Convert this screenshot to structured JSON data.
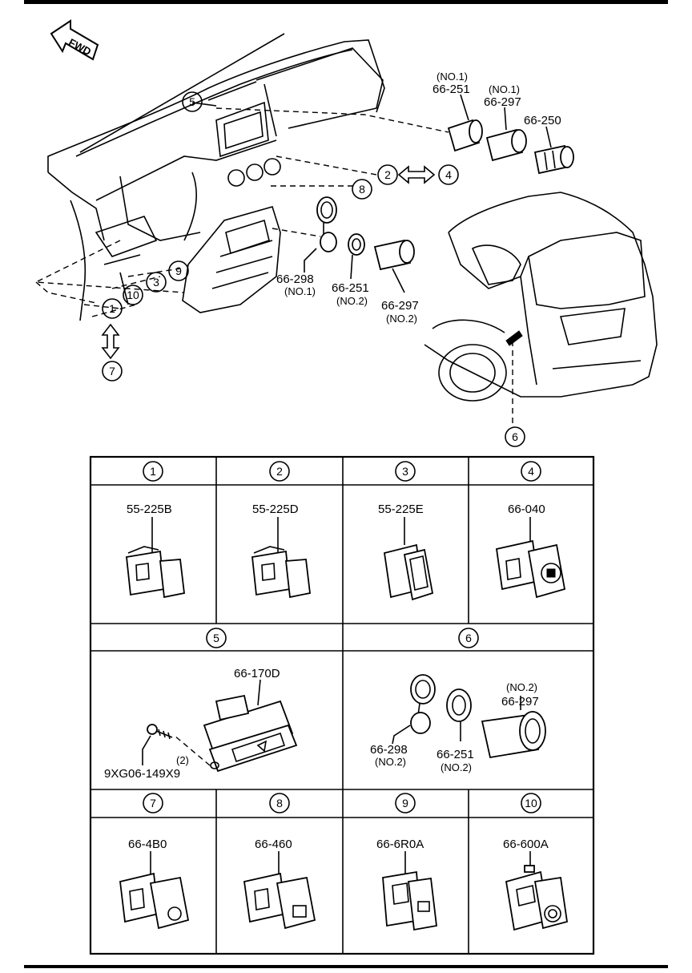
{
  "fwd_label": "FWD",
  "callouts": {
    "c1": "1",
    "c2": "2",
    "c3": "3",
    "c4": "4",
    "c5": "5",
    "c6": "6",
    "c7": "7",
    "c8": "8",
    "c9": "9",
    "c10": "10"
  },
  "overview_parts": {
    "p66_251_no1_tag": "(NO.1)",
    "p66_251_no1": "66-251",
    "p66_297_no1_tag": "(NO.1)",
    "p66_297_no1": "66-297",
    "p66_250": "66-250",
    "p66_298_no1": "66-298",
    "p66_298_no1_tag": "(NO.1)",
    "p66_251_no2": "66-251",
    "p66_251_no2_tag": "(NO.2)",
    "p66_297_no2": "66-297",
    "p66_297_no2_tag": "(NO.2)"
  },
  "table": {
    "row1": [
      {
        "num": "1",
        "part": "55-225B"
      },
      {
        "num": "2",
        "part": "55-225D"
      },
      {
        "num": "3",
        "part": "55-225E"
      },
      {
        "num": "4",
        "part": "66-040"
      }
    ],
    "row2": [
      {
        "num": "5",
        "part": "66-170D",
        "screw": "9XG06-149X9",
        "qty": "(2)"
      },
      {
        "num": "6",
        "p298": "66-298",
        "p298_tag": "(NO.2)",
        "p251": "66-251",
        "p251_tag": "(NO.2)",
        "p297_tag": "(NO.2)",
        "p297": "66-297"
      }
    ],
    "row3": [
      {
        "num": "7",
        "part": "66-4B0"
      },
      {
        "num": "8",
        "part": "66-460"
      },
      {
        "num": "9",
        "part": "66-6R0A"
      },
      {
        "num": "10",
        "part": "66-600A"
      }
    ]
  }
}
